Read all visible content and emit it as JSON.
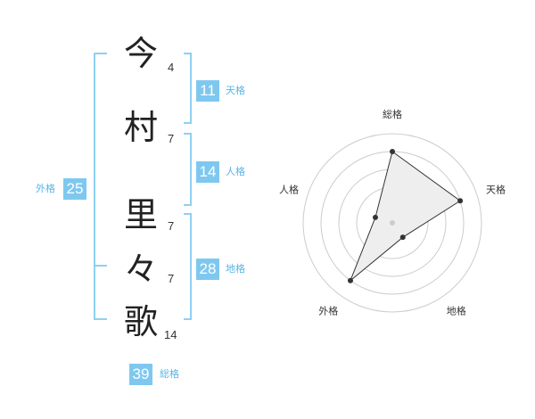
{
  "characters": [
    {
      "char": "今",
      "strokes": "4"
    },
    {
      "char": "村",
      "strokes": "7"
    },
    {
      "char": "里",
      "strokes": "7"
    },
    {
      "char": "々",
      "strokes": "7"
    },
    {
      "char": "歌",
      "strokes": "14"
    }
  ],
  "fortunes": {
    "ten": {
      "value": "11",
      "label": "天格"
    },
    "jin": {
      "value": "14",
      "label": "人格"
    },
    "chi": {
      "value": "28",
      "label": "地格"
    },
    "gai": {
      "value": "25",
      "label": "外格"
    },
    "sou": {
      "value": "39",
      "label": "総格"
    }
  },
  "colors": {
    "accent": "#7ec8f0",
    "accent_text": "#5ab4e6",
    "bracket": "#8fd0f2",
    "radar_fill": "#eeeeee"
  },
  "chart_data": {
    "type": "radar",
    "axes": [
      "総格",
      "天格",
      "地格",
      "外格",
      "人格"
    ],
    "values": [
      4,
      4,
      1,
      4,
      1
    ],
    "rmax": 5,
    "rings": 5
  }
}
